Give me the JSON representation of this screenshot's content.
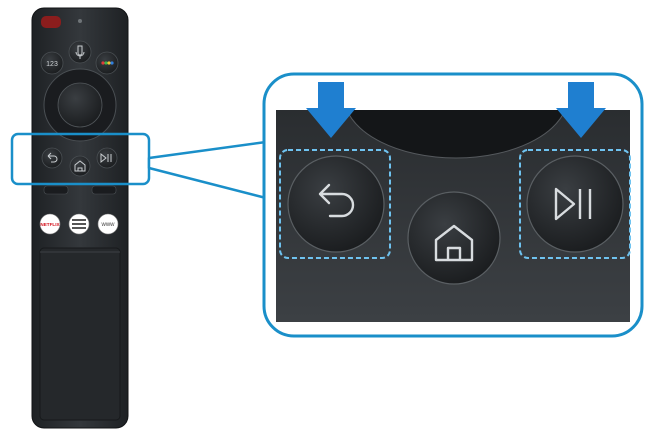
{
  "remote": {
    "buttons": {
      "number_pad_label": "123",
      "netflix_label": "NETFLIX",
      "www_label": "www"
    }
  },
  "colors": {
    "highlight": "#1a8fc9",
    "arrow": "#1f7fd0",
    "remote_body": "#2c2f33",
    "power_button": "#8b1d1d"
  },
  "icons": {
    "back": "back-arrow-icon",
    "home": "home-icon",
    "play_pause": "play-pause-icon",
    "microphone": "microphone-icon"
  }
}
